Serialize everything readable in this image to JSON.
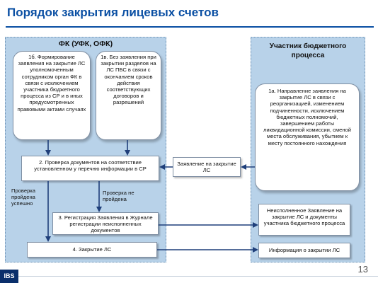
{
  "slide": {
    "title": "Порядок закрытия лицевых счетов",
    "page_number": "13",
    "logo_text": "IBS"
  },
  "left_panel": {
    "header": "ФК (УФК, ОФК)",
    "box_1b": "1б. Формирование заявления на закрытие ЛС уполномоченным сотрудником орган ФК в связи с исключением участника бюджетного процесса из СР и в иных предусмотренных правовыми актами случаях",
    "box_1v": "1в. Без заявления при закрытии разделов на ЛС ПБС в связи с окончанием сроков действия соответствующих договоров и разрешений",
    "box_2": "2. Проверка документов на соответствие установленном у перечню информации в СР",
    "box_3": "3. Регистрация Заявления в Журнале регистрации неисполненных документов",
    "box_4": "4. Закрытие ЛС",
    "label_ok": "Проверка пройдена успешно",
    "label_fail": "Проверка не пройдена"
  },
  "right_panel": {
    "header": "Участник бюджетного процесса",
    "box_1a": "1а. Направление заявления на закрытие ЛС в связи с реорганизацией, изменением подчиненности, исключением бюджетных полномочий, завершением работы ликвидационной комиссии, сменой места обслуживания, убытием к месту постоянного нахождения",
    "box_unfulfilled": "Неисполненное Заявление на закрытие ЛС и документы участника бюджетного процесса",
    "box_info": "Информация о закрытии ЛС"
  },
  "connector": {
    "application_box": "Заявление на закрытие ЛС"
  },
  "colors": {
    "title": "#0a4fa3",
    "panel": "#b8d2e9",
    "arrow": "#1f3f7a"
  }
}
